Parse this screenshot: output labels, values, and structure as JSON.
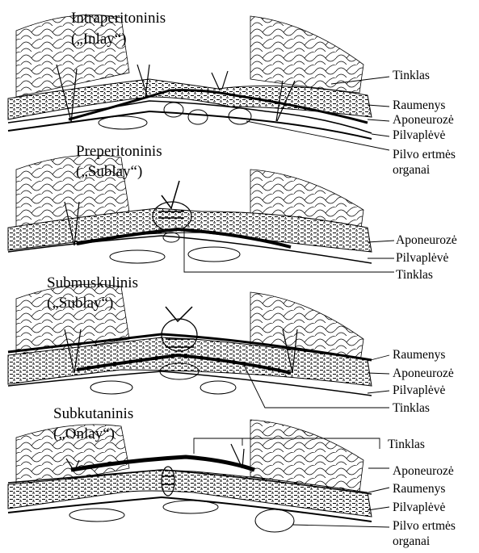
{
  "panels": [
    {
      "title": "Intraperitoninis",
      "subtitle": "(„Inlay“)",
      "labels": [
        "Tinklas",
        "Raumenys",
        "Aponeurozė",
        "Pilvaplėvė",
        "Pilvo ertmės",
        "organai"
      ]
    },
    {
      "title": "Preperitoninis",
      "subtitle": "(„Sublay“)",
      "labels": [
        "Aponeurozė",
        "Pilvaplėvė",
        "Tinklas"
      ]
    },
    {
      "title": "Submuskulinis",
      "subtitle": "(„Sublay“)",
      "labels": [
        "Raumenys",
        "Aponeurozė",
        "Pilvaplėvė",
        "Tinklas"
      ]
    },
    {
      "title": "Subkutaninis",
      "subtitle": "(„Onlay“)",
      "labels": [
        "Tinklas",
        "Aponeurozė",
        "Raumenys",
        "Pilvaplėvė",
        "Pilvo ertmės",
        "organai"
      ]
    }
  ]
}
